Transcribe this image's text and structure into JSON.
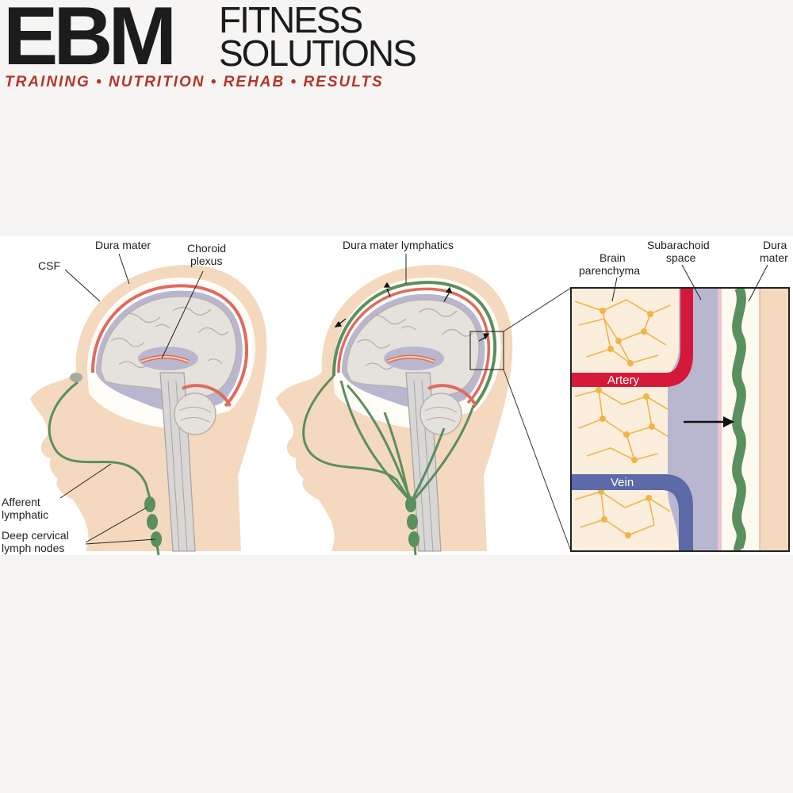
{
  "logo": {
    "mark": "EBM",
    "line1": "FITNESS",
    "line2": "SOLUTIONS",
    "tagline": "TRAINING • NUTRITION • REHAB • RESULTS"
  },
  "figure": {
    "left": {
      "dura_mater": "Dura mater",
      "csf": "CSF",
      "choroid_1": "Choroid",
      "choroid_2": "plexus",
      "afferent_1": "Afferent",
      "afferent_2": "lymphatic",
      "deep_1": "Deep cervical",
      "deep_2": "lymph nodes"
    },
    "middle": {
      "dura_lymphatics": "Dura mater lymphatics"
    },
    "inset": {
      "brain_1": "Brain",
      "brain_2": "parenchyma",
      "subarach_1": "Subarachoid",
      "subarach_2": "space",
      "dura_1": "Dura",
      "dura_2": "mater",
      "artery": "Artery",
      "vein": "Vein"
    }
  },
  "colors": {
    "skin": "#f4d9bf",
    "brain": "#e5e1dc",
    "csf": "#b9b7d0",
    "dura_red": "#e06a5f",
    "lymph": "#5a8f5e",
    "artery": "#d6193a",
    "vein": "#5c6aa8",
    "parenchyma": "#fbeedd",
    "neuron": "#f0b449",
    "logo_red": "#b5342b"
  }
}
